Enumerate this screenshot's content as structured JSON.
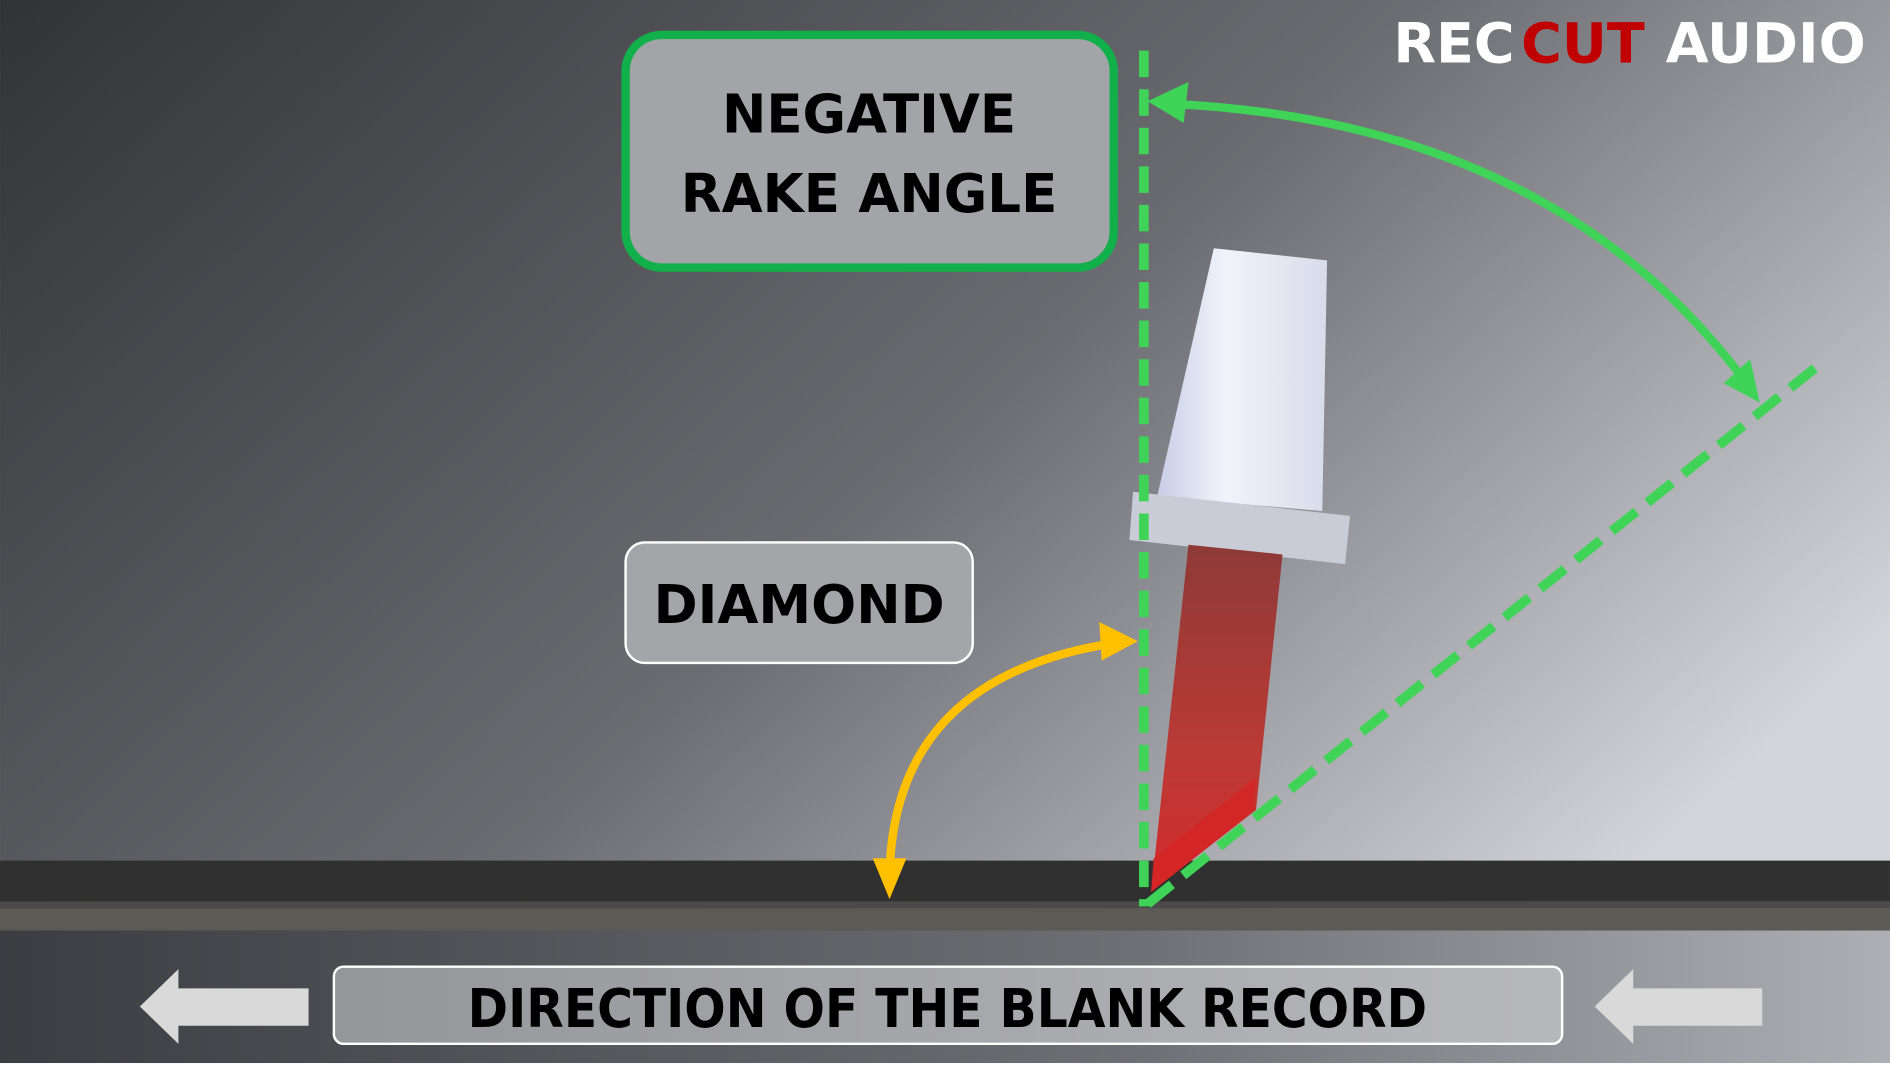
{
  "logo": {
    "part1": "REC",
    "part2": "CUT",
    "part3": "AUDIO",
    "text": "RECCUT AUDIO"
  },
  "labels": {
    "rake_line1": "NEGATIVE",
    "rake_line2": "RAKE ANGLE",
    "diamond": "DIAMOND",
    "direction": "DIRECTION OF THE BLANK RECORD"
  },
  "colors": {
    "green": "#3fd458",
    "green_border": "#12b04a",
    "yellow": "#ffc000",
    "red": "#c00000",
    "diamond_red": "#b23030"
  }
}
